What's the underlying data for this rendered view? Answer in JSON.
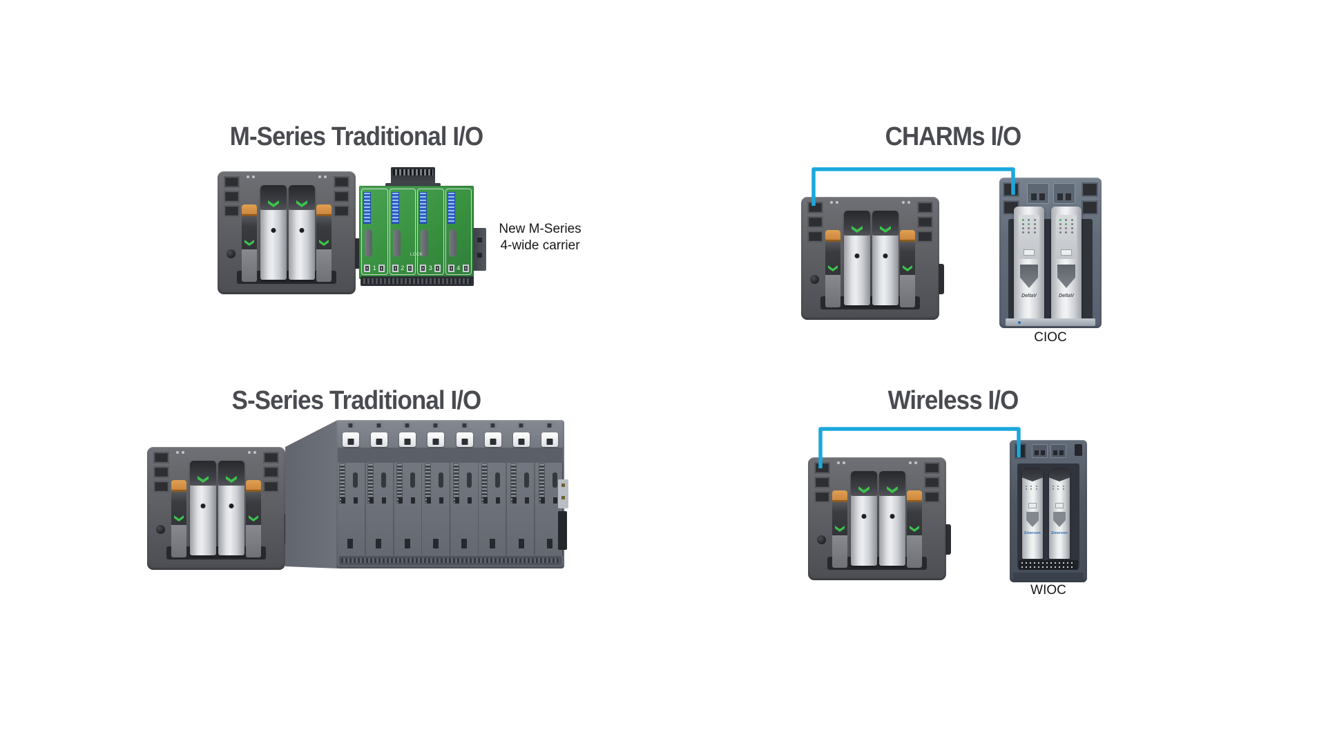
{
  "sections": {
    "m_series": {
      "title": "M-Series Traditional I/O",
      "carrier_caption_line1": "New M-Series",
      "carrier_caption_line2": "4-wide carrier",
      "carrier_slot_numbers": [
        "1",
        "2",
        "3",
        "4"
      ],
      "carrier_lock_label": "LOCK"
    },
    "charms": {
      "title": "CHARMs I/O",
      "device_label": "CIOC",
      "module_brand": "DeltaV"
    },
    "s_series": {
      "title": "S-Series Traditional I/O"
    },
    "wireless": {
      "title": "Wireless I/O",
      "device_label": "WIOC",
      "module_brand": "Emerson"
    }
  },
  "colors": {
    "accent_cable": "#1BA8DC",
    "title_text": "#4A4B50",
    "caption_text": "#161616",
    "pcb_green": "#38913F",
    "connector_blue": "#2D5FC4",
    "psu_orange": "#C9823A",
    "chevron_green": "#3DC24D"
  }
}
